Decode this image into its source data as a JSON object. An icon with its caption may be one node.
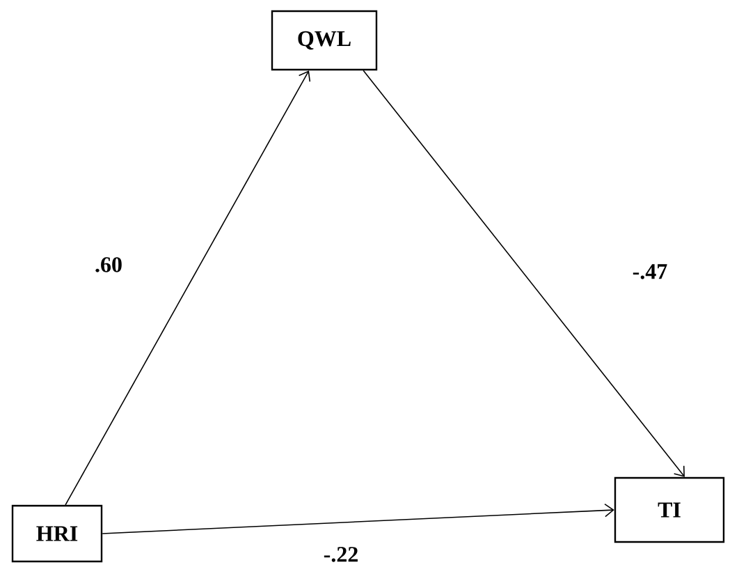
{
  "diagram": {
    "nodes": [
      {
        "text": [
          "QWL"
        ]
      },
      {
        "text": [
          "HRI"
        ]
      },
      {
        "text": [
          "TI"
        ]
      }
    ],
    "edges": [
      {
        "from": 1,
        "to": 0,
        "arrow": "to",
        "label": ".60"
      },
      {
        "from": 0,
        "to": 2,
        "arrow": "to",
        "label": "-.47"
      },
      {
        "from": 1,
        "to": 2,
        "arrow": "to",
        "label": "-.22"
      }
    ]
  }
}
